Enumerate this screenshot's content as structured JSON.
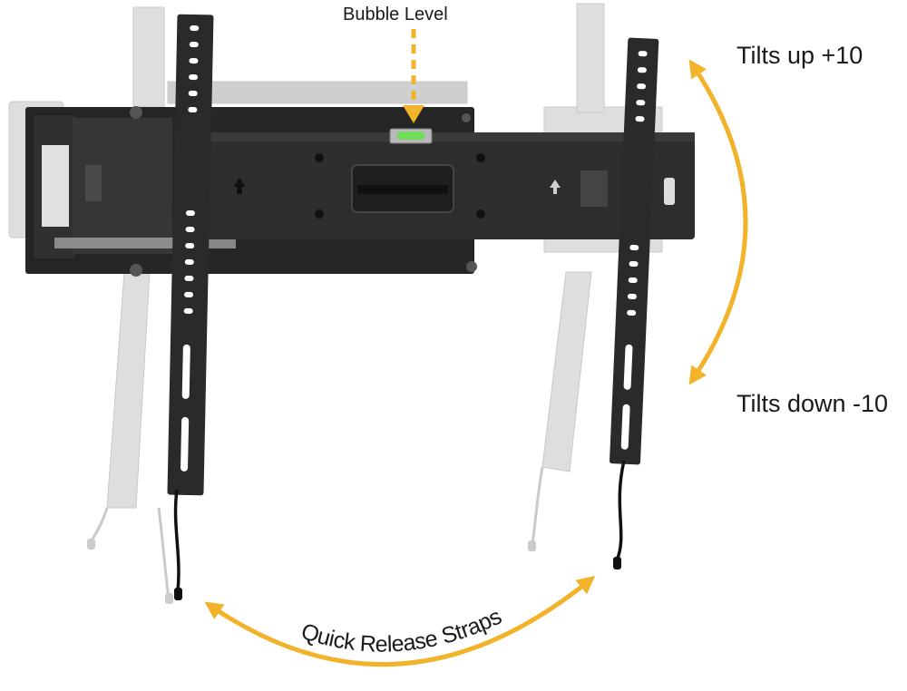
{
  "labels": {
    "bubble_level": "Bubble Level",
    "tilt_up": "Tilts up +10",
    "tilt_down": "Tilts down -10",
    "quick_release": "Quick Release Straps"
  },
  "colors": {
    "accent_arrow": "#F2B32A",
    "mount_metal": "#2b2b2b",
    "ghost_metal": "#d8d8d8",
    "level_vial": "#6fdc5a"
  },
  "icons": {
    "degree": "degree-sign",
    "arrow": "curved-double-arrow"
  }
}
